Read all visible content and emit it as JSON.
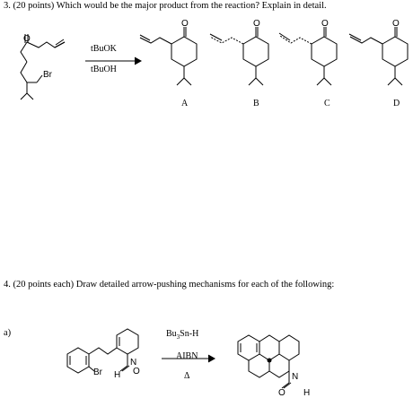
{
  "q3": {
    "text": "3.  (20 points)  Which would be the major product from the reaction?  Explain in detail.",
    "reagent_top": "tBuOK",
    "reagent_bottom": "tBuOH",
    "atom_o": "O",
    "atom_br": "Br",
    "labels": [
      "A",
      "B",
      "C",
      "D"
    ]
  },
  "q4": {
    "text": "4.  (20 points each)  Draw detailed arrow-pushing mechanisms for each of the following:",
    "part_a": "a)",
    "reagent_top_main": "Bu",
    "reagent_top_sub": "3",
    "reagent_top_rest": "Sn-H",
    "reagent_mid": "AIBN",
    "reagent_bottom": "Δ",
    "atom_n": "N",
    "atom_br": "Br",
    "atom_o": "O",
    "atom_h": "H"
  }
}
